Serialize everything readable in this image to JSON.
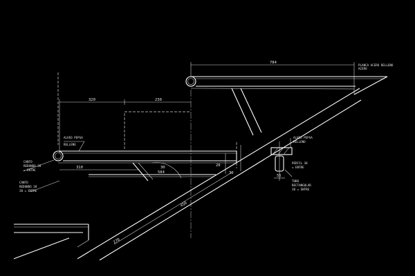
{
  "drawing": {
    "background": "#000000",
    "line_color": "#ffffff",
    "dimensions": {
      "top_width": "784",
      "upper_left_span": "320",
      "upper_right_span": "230",
      "lower_span": "310",
      "mid_span": "584",
      "angle": "30",
      "diagonal": "450",
      "bottom_diagonal": "270",
      "riser_left": "20",
      "riser_right": "30",
      "post_width": "55"
    },
    "labels": {
      "top_right_note_1": "PLANCA ACERO RELLENO",
      "top_right_note_2": "ACERO",
      "upper_tube_note_1": "ALVEO PEPSA",
      "upper_tube_note_2": "RELLENO",
      "left_tube_note_1": "CANTO",
      "left_tube_note_2": "REDONDO 38",
      "left_tube_note_3": "= ENTRE",
      "lower_left_note_1": "CANTO",
      "lower_left_note_2": "REDONDO 38",
      "lower_left_note_3": "20 = ENTRE",
      "right_note_1": "ALVEO PEPSA",
      "right_note_2": "RELLENO",
      "post_note_1": "PERFIL 38",
      "post_note_2": "= ENTRE",
      "post_note_3": "TUBO",
      "post_note_4": "RECTANGULAR",
      "post_note_5": "20 = ENTRE"
    }
  }
}
